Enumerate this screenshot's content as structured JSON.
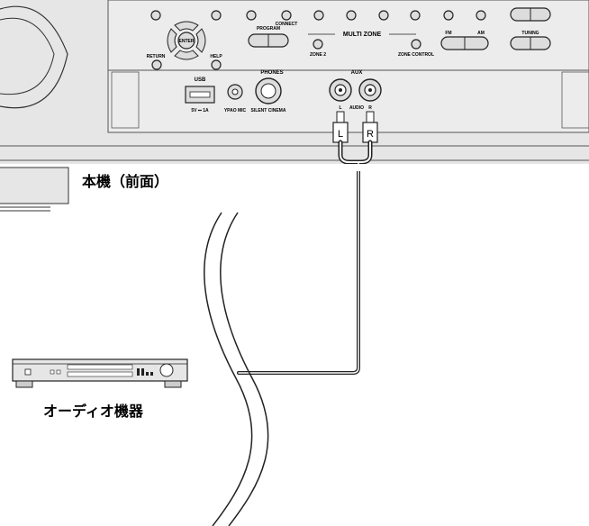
{
  "labels": {
    "receiver_front": "本機（前面）",
    "audio_device": "オーディオ機器"
  },
  "panel": {
    "enter": "ENTER",
    "return": "RETURN",
    "help": "HELP",
    "program": "PROGRAM",
    "connect": "CONNECT",
    "multi_zone": "MULTI ZONE",
    "zone2": "ZONE 2",
    "zone_control": "ZONE CONTROL",
    "fm": "FM",
    "am": "AM",
    "tuning": "TUNING",
    "usb": "USB",
    "usb_rating": "5V ⎓ 1A",
    "ypao_mic": "YPAO MIC",
    "phones": "PHONES",
    "silent_cinema": "SILENT CINEMA",
    "aux": "AUX",
    "aux_l": "L",
    "aux_audio": "AUDIO",
    "aux_r": "R"
  },
  "plugs": {
    "left": "L",
    "right": "R"
  }
}
